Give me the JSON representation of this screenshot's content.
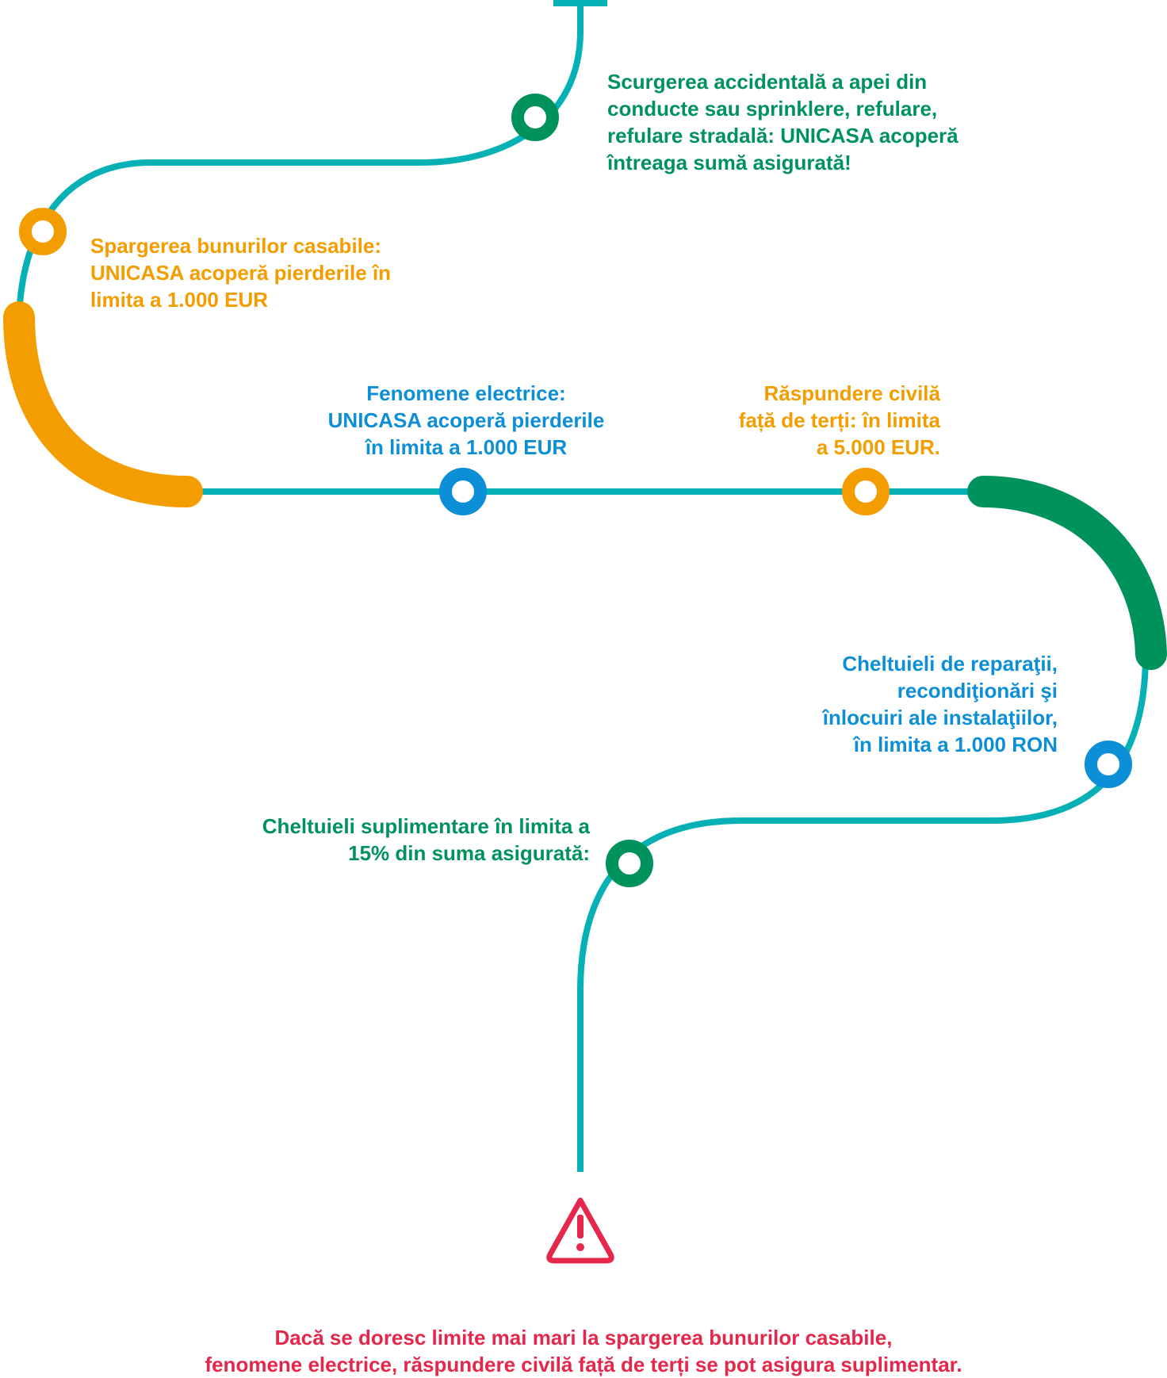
{
  "colors": {
    "track": "#05b1b5",
    "green": "#00925d",
    "orange": "#f39d00",
    "blue": "#0c8fd6",
    "red": "#e4274b"
  },
  "stops": [
    {
      "id": "water-leak",
      "color": "green",
      "lines": [
        "Scurgerea accidentală a apei din",
        "conducte sau sprinklere, refulare,",
        "refulare stradală: UNICASA acoperă",
        "întreaga sumă asigurată!"
      ]
    },
    {
      "id": "breakables",
      "color": "orange",
      "lines": [
        "Spargerea bunurilor casabile:",
        "UNICASA acoperă pierderile în",
        "limita a 1.000 EUR"
      ]
    },
    {
      "id": "electrical",
      "color": "blue",
      "lines": [
        "Fenomene electrice:",
        "UNICASA acoperă pierderile",
        "în limita a 1.000 EUR"
      ]
    },
    {
      "id": "civil-liability",
      "color": "orange",
      "lines": [
        "Răspundere civilă",
        "față de terți: în limita",
        "a 5.000 EUR."
      ]
    },
    {
      "id": "repairs",
      "color": "blue",
      "lines": [
        "Cheltuieli de reparaţii,",
        "recondiţionări şi",
        "înlocuiri ale instalaţiilor,",
        "în limita a 1.000 RON"
      ]
    },
    {
      "id": "extra-costs",
      "color": "green",
      "lines": [
        "Cheltuieli suplimentare în limita a",
        "15% din suma asigurată:"
      ]
    }
  ],
  "warning": {
    "icon": "warning-triangle-icon",
    "lines": [
      "Dacă se doresc limite mai mari la spargerea bunurilor casabile,",
      "fenomene electrice, răspundere civilă față de terți se pot asigura suplimentar."
    ]
  }
}
